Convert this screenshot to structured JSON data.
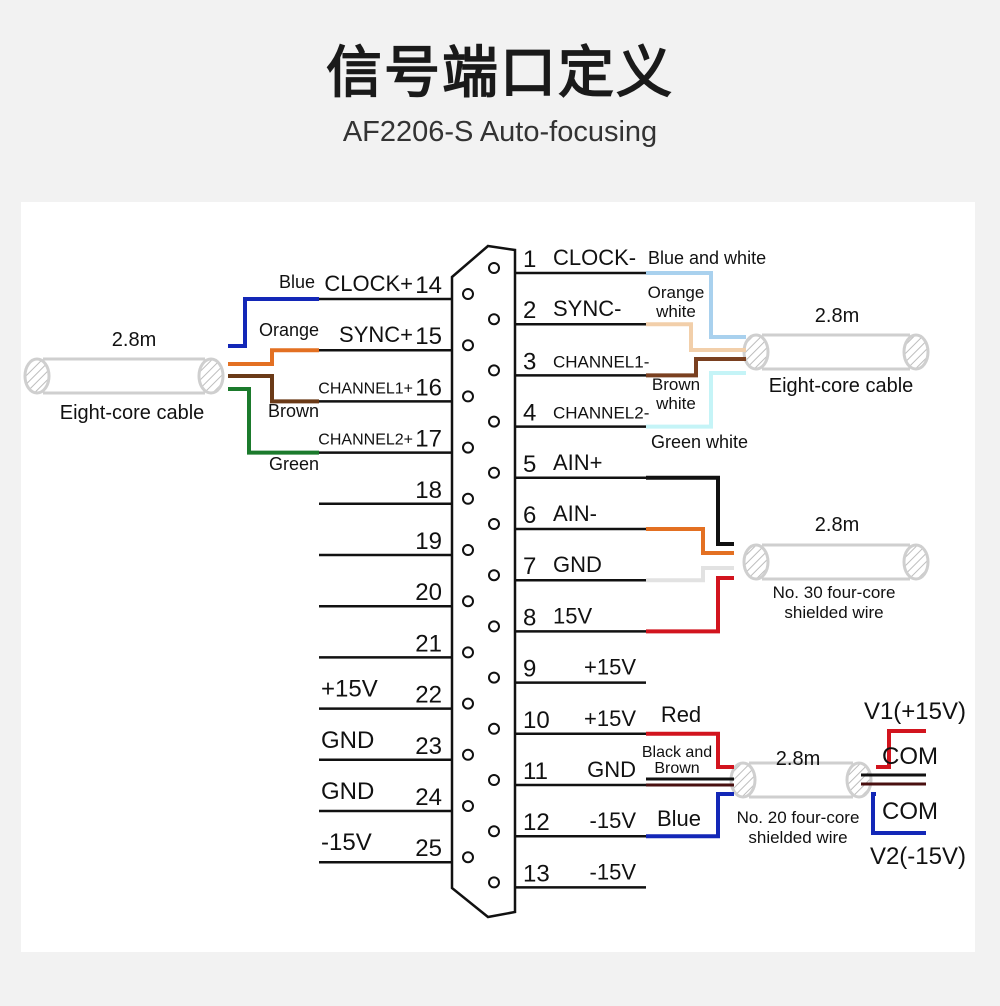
{
  "title": "信号端口定义",
  "subtitle": "AF2206-S Auto-focusing",
  "colors": {
    "blue": "#1327b7",
    "orange": "#e37022",
    "brown": "#6b3a17",
    "green": "#1b7a2c",
    "red": "#d2141e",
    "black": "#111111",
    "blue_white": "#a9d1ee",
    "orange_white": "#f2cfaa",
    "brown_white": "#7a4020",
    "green_white": "#c5f4f7",
    "gray_cable": "#cfcfcf"
  },
  "right_pins": [
    {
      "num": "1",
      "label": "CLOCK-"
    },
    {
      "num": "2",
      "label": "SYNC-"
    },
    {
      "num": "3",
      "label": "CHANNEL1-"
    },
    {
      "num": "4",
      "label": "CHANNEL2-"
    },
    {
      "num": "5",
      "label": "AIN+"
    },
    {
      "num": "6",
      "label": "AIN-"
    },
    {
      "num": "7",
      "label": "GND"
    },
    {
      "num": "8",
      "label": "15V"
    },
    {
      "num": "9",
      "label": "+15V"
    },
    {
      "num": "10",
      "label": "+15V"
    },
    {
      "num": "11",
      "label": "GND"
    },
    {
      "num": "12",
      "label": "-15V"
    },
    {
      "num": "13",
      "label": "-15V"
    }
  ],
  "left_pins": [
    {
      "num": "14",
      "label": "CLOCK+"
    },
    {
      "num": "15",
      "label": "SYNC+"
    },
    {
      "num": "16",
      "label": "CHANNEL1+"
    },
    {
      "num": "17",
      "label": "CHANNEL2+"
    },
    {
      "num": "18",
      "label": ""
    },
    {
      "num": "19",
      "label": ""
    },
    {
      "num": "20",
      "label": ""
    },
    {
      "num": "21",
      "label": ""
    },
    {
      "num": "22",
      "label": "+15V"
    },
    {
      "num": "23",
      "label": "GND"
    },
    {
      "num": "24",
      "label": "GND"
    },
    {
      "num": "25",
      "label": "-15V"
    }
  ],
  "wire_colors_left": {
    "blue": "Blue",
    "orange": "Orange",
    "brown": "Brown",
    "green": "Green"
  },
  "wire_colors_right": {
    "blue_white": "Blue and white",
    "orange_white_1": "Orange",
    "orange_white_2": "white",
    "brown_white_1": "Brown",
    "brown_white_2": "white",
    "green_white": "Green white"
  },
  "power_wire_labels": {
    "red": "Red",
    "black_brown_1": "Black and",
    "black_brown_2": "Brown",
    "blue": "Blue"
  },
  "cables": {
    "left": {
      "length": "2.8m",
      "name": "Eight-core cable"
    },
    "right_top": {
      "length": "2.8m",
      "name": "Eight-core cable"
    },
    "right_mid": {
      "length": "2.8m",
      "name_1": "No. 30 four-core",
      "name_2": "shielded wire"
    },
    "right_bottom": {
      "length": "2.8m",
      "name_1": "No. 20 four-core",
      "name_2": "shielded wire"
    }
  },
  "power_out": {
    "v1": "V1(+15V)",
    "com1": "COM",
    "com2": "COM",
    "v2": "V2(-15V)"
  }
}
